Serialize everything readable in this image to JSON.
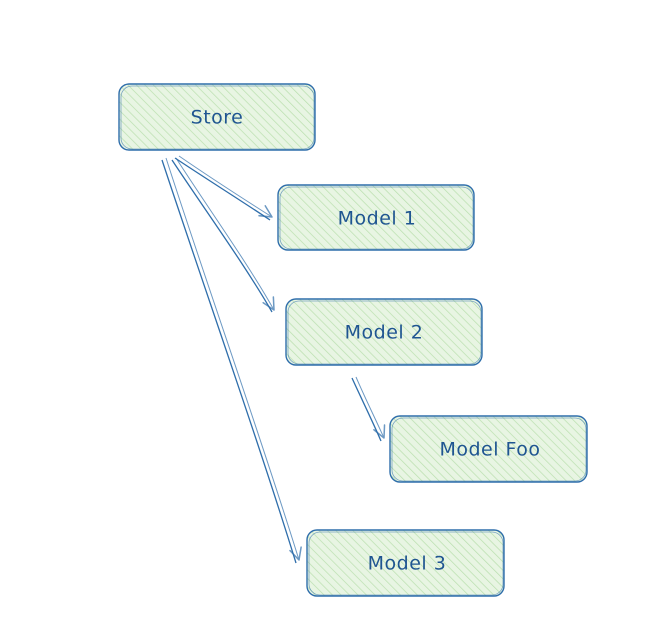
{
  "diagram": {
    "nodes": [
      {
        "id": "store",
        "label": "Store"
      },
      {
        "id": "model1",
        "label": "Model 1"
      },
      {
        "id": "model2",
        "label": "Model 2"
      },
      {
        "id": "modelfoo",
        "label": "Model Foo"
      },
      {
        "id": "model3",
        "label": "Model 3"
      }
    ],
    "edges": [
      {
        "from": "store",
        "to": "model1"
      },
      {
        "from": "store",
        "to": "model2"
      },
      {
        "from": "store",
        "to": "model3"
      },
      {
        "from": "model2",
        "to": "modelfoo"
      }
    ]
  },
  "colors": {
    "stroke": "#2f6eab",
    "fill": "#e8f5e3",
    "hatch": "#b9dfae",
    "text": "#1f5591"
  }
}
